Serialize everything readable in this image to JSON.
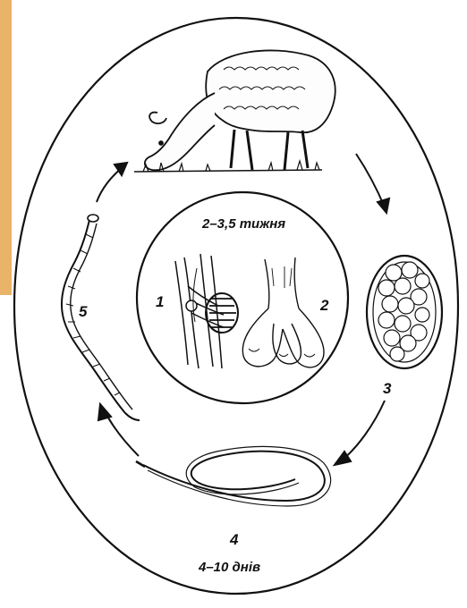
{
  "labels": {
    "n1": "1",
    "n2": "2",
    "n3": "3",
    "n4": "4",
    "n5": "5",
    "inner_duration": "2–3,5 тижня",
    "outer_duration": "4–10 днів"
  },
  "colors": {
    "ink": "#111111",
    "paper": "#ffffff",
    "edge_strip": "#e9b36a"
  }
}
